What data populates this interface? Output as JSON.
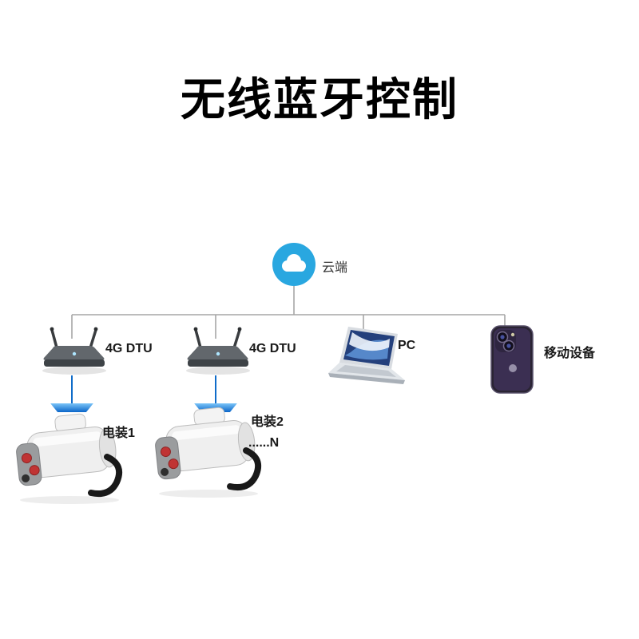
{
  "title": "无线蓝牙控制",
  "nodes": {
    "cloud": {
      "label": "云端"
    },
    "dtu1": {
      "label": "4G DTU"
    },
    "dtu2": {
      "label": "4G DTU"
    },
    "pc": {
      "label": "PC"
    },
    "mobile": {
      "label": "移动设备"
    },
    "actuator1": {
      "label": "电装1"
    },
    "actuator2": {
      "label": "电装2",
      "sublabel": "......N"
    }
  },
  "icons": {
    "cloud-icon": "blue circle with white cloud",
    "router-icon": "4G DTU box with two antennas",
    "laptop-icon": "open notebook with blue screen",
    "smartphone-icon": "dark purple phone with dual cameras",
    "actuator-icon": "electric valve actuator with red connectors and cable",
    "bluetooth-link-bar": "blue wireless link bar"
  },
  "colors": {
    "cloud": "#29a7e0",
    "link": "#0f6cc9",
    "connector": "#a6a6a6"
  }
}
